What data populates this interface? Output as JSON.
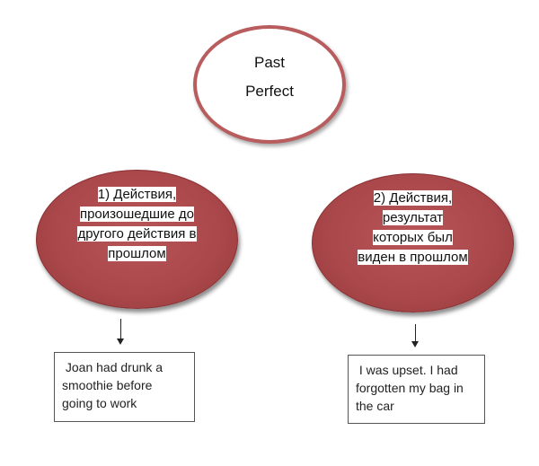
{
  "title": {
    "line1": "Past",
    "line2": "Perfect"
  },
  "left_node": {
    "lines": [
      "1) Действия,",
      "произошедшие до",
      "другого действия в",
      "прошлом"
    ]
  },
  "right_node": {
    "lines": [
      "2) Действия,",
      "результат",
      "которых был",
      "виден в прошлом"
    ]
  },
  "left_example": {
    "lines": [
      " Joan had drunk a",
      "smoothie before",
      "going to work"
    ]
  },
  "right_example": {
    "lines": [
      " I was upset. I had",
      "forgotten my bag in",
      "the car"
    ]
  },
  "colors": {
    "ellipse_fill": "#a9474a",
    "title_border": "#b85c5e"
  }
}
